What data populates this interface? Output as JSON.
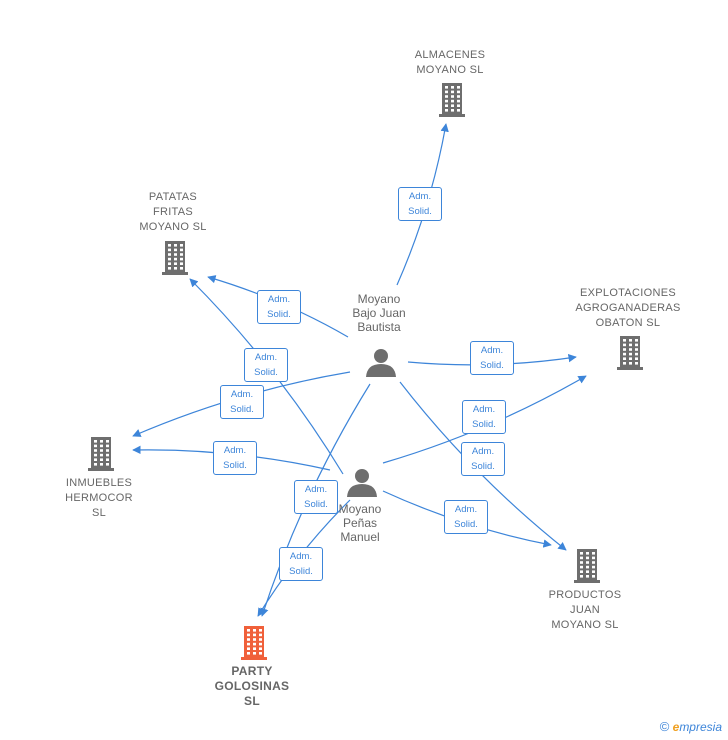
{
  "colors": {
    "edge": "#3d85d9",
    "building": "#6e6e6e",
    "building_highlight": "#f0603a",
    "person": "#6e6e6e"
  },
  "nodes": [
    {
      "id": "almacenes",
      "type": "company",
      "icon": "building-icon",
      "label": "ALMACENES\nMOYANO  SL"
    },
    {
      "id": "patatas",
      "type": "company",
      "icon": "building-icon",
      "label": "PATATAS\nFRITAS\nMOYANO  SL"
    },
    {
      "id": "explotaciones",
      "type": "company",
      "icon": "building-icon",
      "label": "EXPLOTACIONES\nAGROGANADERAS\nOBATON  SL"
    },
    {
      "id": "inmuebles",
      "type": "company",
      "icon": "building-icon",
      "label": "INMUEBLES\nHERMOCOR\nSL"
    },
    {
      "id": "productos",
      "type": "company",
      "icon": "building-icon",
      "label": "PRODUCTOS\nJUAN\nMOYANO  SL"
    },
    {
      "id": "party",
      "type": "company",
      "icon": "building-icon",
      "highlight": true,
      "label": "PARTY\nGOLOSINAS\nSL"
    },
    {
      "id": "bajo",
      "type": "person",
      "icon": "person-icon",
      "label": "Moyano\nBajo Juan\nBautista"
    },
    {
      "id": "penas",
      "type": "person",
      "icon": "person-icon",
      "label": "Moyano\nPeñas\nManuel"
    }
  ],
  "edges": [
    {
      "from": "bajo",
      "to": "almacenes",
      "label": "Adm.\nSolid."
    },
    {
      "from": "bajo",
      "to": "patatas",
      "label": "Adm.\nSolid."
    },
    {
      "from": "bajo",
      "to": "explotaciones",
      "label": "Adm.\nSolid."
    },
    {
      "from": "bajo",
      "to": "inmuebles",
      "label": "Adm.\nSolid."
    },
    {
      "from": "bajo",
      "to": "productos",
      "label": "Adm.\nSolid."
    },
    {
      "from": "bajo",
      "to": "party",
      "label": "Adm.\nSolid."
    },
    {
      "from": "penas",
      "to": "patatas",
      "label": "Adm.\nSolid."
    },
    {
      "from": "penas",
      "to": "inmuebles",
      "label": "Adm.\nSolid."
    },
    {
      "from": "penas",
      "to": "explotaciones",
      "label": "Adm.\nSolid."
    },
    {
      "from": "penas",
      "to": "productos",
      "label": "Adm.\nSolid."
    },
    {
      "from": "penas",
      "to": "party",
      "label": "Adm.\nSolid."
    }
  ],
  "footer": {
    "copyright": "©",
    "brand_initial": "e",
    "brand_rest": "mpresia"
  }
}
